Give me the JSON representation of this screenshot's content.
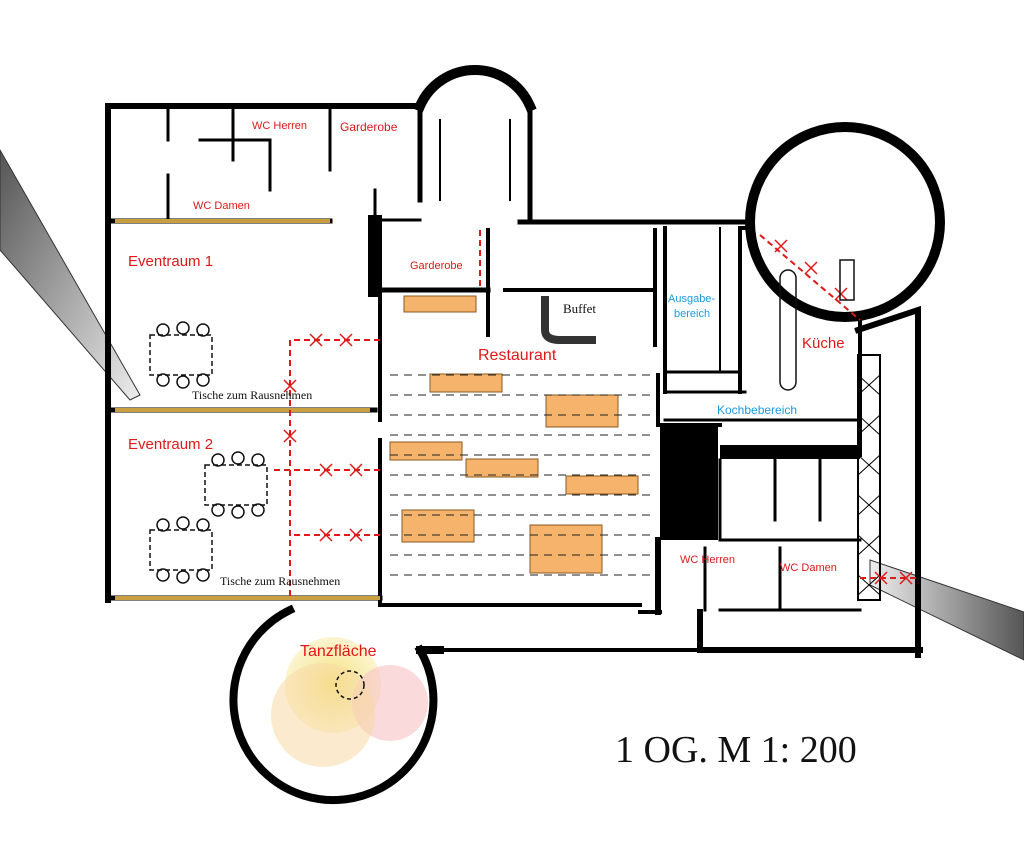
{
  "rooms": {
    "wc_herren_top": "WC Herren",
    "garderobe_top": "Garderobe",
    "wc_damen_top": "WC Damen",
    "eventraum_1": "Eventraum 1",
    "eventraum_2": "Eventraum 2",
    "garderobe_mid": "Garderobe",
    "buffet": "Buffet",
    "restaurant": "Restaurant",
    "ausgabebereich_1": "Ausgabe-",
    "ausgabebereich_2": "bereich",
    "kueche": "Küche",
    "kochbebereich": "Kochbebereich",
    "wc_herren_bottom": "WC Herren",
    "wc_damen_bottom": "WC Damen",
    "tanzflaeche": "Tanzfläche"
  },
  "notes": {
    "tische_1": "Tische zum Rausnehmen",
    "tische_2": "Tische zum Rausnehmen"
  },
  "scale_label": "1 OG. M 1: 200",
  "colors": {
    "wall": "#000000",
    "label_red": "#e01818",
    "label_blue": "#1a9be0",
    "table": "#f6b36b",
    "escape_route": "#e01818",
    "dance_yellow": "#f6e27a",
    "dance_pink": "#f7c9c9"
  }
}
